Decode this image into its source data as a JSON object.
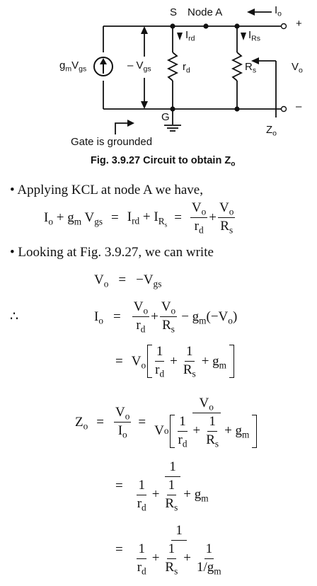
{
  "figure": {
    "labels": {
      "S": "S",
      "node_a": "Node A",
      "io": "I",
      "io_sub": "o",
      "plus": "+",
      "minus": "–",
      "ird": "I",
      "ird_sub": "rd",
      "irs": "I",
      "irs_sub": "Rs",
      "gm": "g",
      "gm_sub": "m",
      "vgs": "V",
      "vgs_sub": "gs",
      "minus_vgs": "– V",
      "minus_vgs_sub": "gs",
      "rd": "r",
      "rd_sub": "d",
      "rs": "R",
      "rs_sub": "s",
      "vo": "V",
      "vo_sub": "o",
      "G": "G",
      "zo": "Z",
      "zo_sub": "o",
      "gate_grounded": "Gate is grounded"
    },
    "caption": "Fig. 3.9.27  Circuit to obtain Z",
    "caption_sub": "o"
  },
  "text": {
    "bullet1": "• Applying KCL at node A we have,",
    "bullet2": "• Looking at Fig. 3.9.27, we can write",
    "therefore": "∴"
  }
}
